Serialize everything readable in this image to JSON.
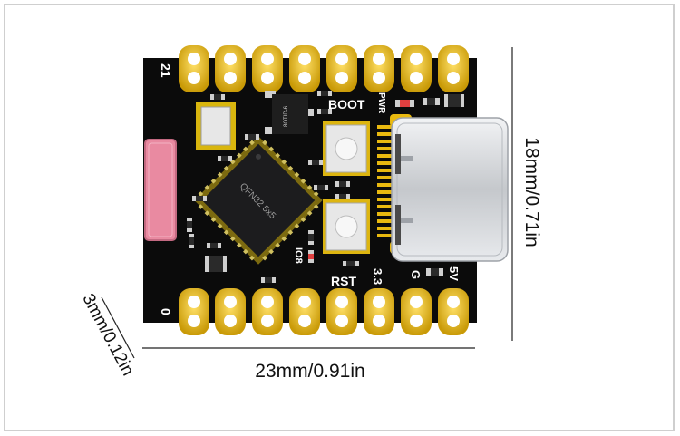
{
  "colors": {
    "board": "#0b0b0b",
    "gold": "#e9b90f",
    "gold_dark": "#b88a06",
    "silver": "#cfd2d6",
    "chip": "#1c1c1e",
    "antenna": "#e98aa1"
  },
  "board": {
    "pin_top_label": "21",
    "pin_bottom_label": "0",
    "boot_label": "BOOT",
    "pwr_label": "PWR",
    "rst_label": "RST",
    "io8_label": "IO8",
    "pin_3v3_label": "3.3",
    "pin_g_label": "G",
    "pin_5v_label": "5V",
    "chip_label": "QFN32 5x5",
    "ic_label": "8OTID-6"
  },
  "dimensions": {
    "height": "18mm/0.71in",
    "width": "23mm/0.91in",
    "thickness": "3mm/0.12in"
  }
}
